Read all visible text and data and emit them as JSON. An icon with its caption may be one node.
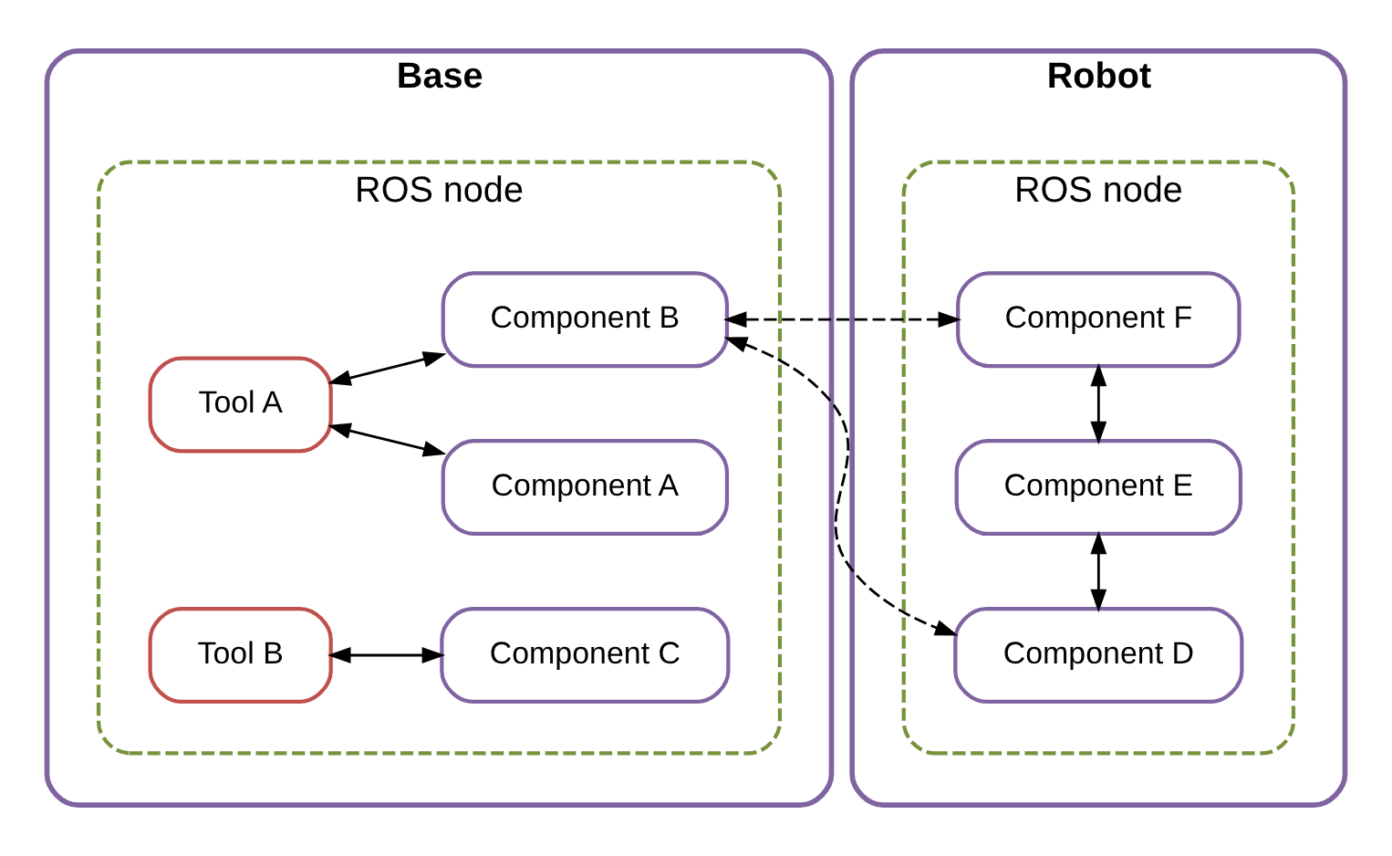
{
  "diagram": {
    "nodes": [
      {
        "text": [
          "Base"
        ]
      },
      {
        "text": [
          "ROS node"
        ],
        "in": 0
      },
      {
        "text": [
          "Tool A"
        ],
        "in": 1
      },
      {
        "text": [
          "Component A"
        ],
        "in": 1
      },
      {
        "text": [
          "Component B"
        ],
        "in": 1
      },
      {
        "text": [
          "Tool B"
        ],
        "in": 1
      },
      {
        "text": [
          "Component C"
        ],
        "in": 1
      },
      {
        "text": [
          "Robot"
        ]
      },
      {
        "text": [
          "ROS node"
        ],
        "in": 7
      },
      {
        "text": [
          "Component D"
        ],
        "in": 8
      },
      {
        "text": [
          "Component E"
        ],
        "in": 8
      },
      {
        "text": [
          "Component F"
        ],
        "in": 8
      }
    ],
    "edges": [
      {
        "from": 2,
        "to": 3,
        "arrow": "both"
      },
      {
        "from": 2,
        "to": 4,
        "arrow": "both"
      },
      {
        "from": 5,
        "to": 6,
        "arrow": "both"
      },
      {
        "from": 4,
        "to": 9,
        "arrow": "both",
        "style": "dashed"
      },
      {
        "from": 4,
        "to": 11,
        "arrow": "both",
        "style": "dashed"
      },
      {
        "from": 9,
        "to": 10,
        "arrow": "both"
      },
      {
        "from": 10,
        "to": 11,
        "arrow": "both"
      }
    ]
  }
}
